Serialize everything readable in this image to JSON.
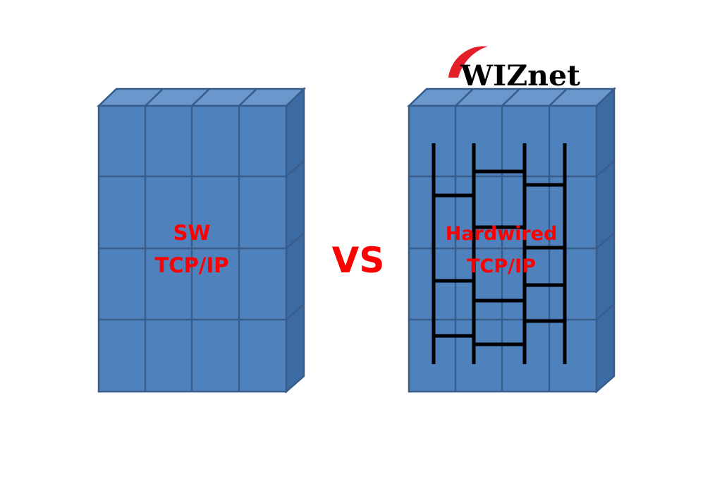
{
  "logo": {
    "text": "WIZnet",
    "arc_color": "#e3202a",
    "text_color": "#000000"
  },
  "left_block": {
    "line1": "SW",
    "line2": "TCP/IP"
  },
  "vs_label": "VS",
  "right_block": {
    "line1": "Hardwired",
    "line2": "TCP/IP"
  },
  "colors": {
    "block_front": "#4f81bd",
    "block_top": "#6a97cc",
    "block_side": "#3c6aa3",
    "grid_lines": "#385d8a",
    "label_red": "#ff0000",
    "wire": "#000000"
  }
}
